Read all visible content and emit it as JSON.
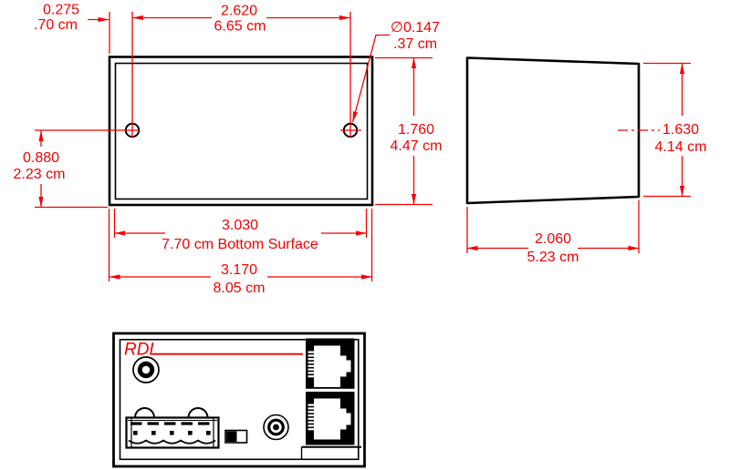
{
  "drawing": {
    "type": "mechanical-dimension-drawing",
    "views": [
      "front",
      "side",
      "rear"
    ]
  },
  "front_view": {
    "hole_offset": {
      "inches": "0.275",
      "cm": ".70 cm"
    },
    "hole_spacing": {
      "inches": "2.620",
      "cm": "6.65 cm"
    },
    "hole_diameter": {
      "inches": "∅0.147",
      "cm": ".37 cm"
    },
    "panel_height": {
      "inches": "1.760",
      "cm": "4.47 cm"
    },
    "hole_height": {
      "inches": "0.880",
      "cm": "2.23 cm"
    },
    "bottom_surface": {
      "inches": "3.030",
      "cm": "7.70 cm Bottom Surface"
    },
    "overall_width": {
      "inches": "3.170",
      "cm": "8.05 cm"
    }
  },
  "side_view": {
    "rear_height": {
      "inches": "1.630",
      "cm": "4.14 cm"
    },
    "depth": {
      "inches": "2.060",
      "cm": "5.23 cm"
    }
  },
  "rear_view": {
    "brand": "RDL"
  },
  "colors": {
    "dimension_red": "#f40000",
    "line_black": "#000000",
    "background": "#ffffff"
  }
}
